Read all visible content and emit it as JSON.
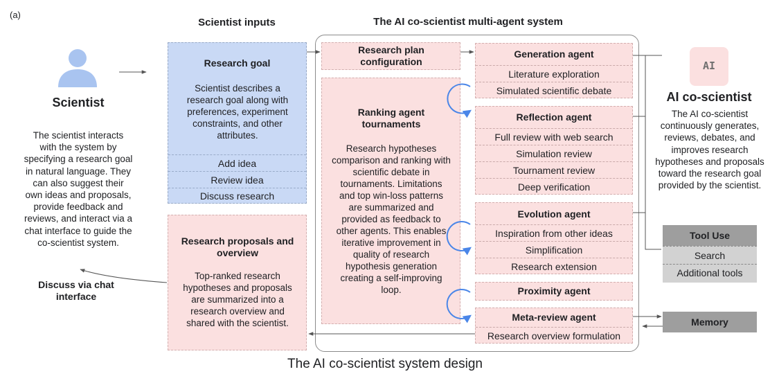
{
  "figure_label": "(a)",
  "caption": "The AI co-scientist system design",
  "headers": {
    "inputs": "Scientist inputs",
    "system": "The AI co-scientist multi-agent system"
  },
  "scientist": {
    "title": "Scientist",
    "description": "The scientist interacts with the system by specifying a research goal in natural language. They can also suggest their own ideas and proposals, provide feedback and reviews, and interact via a chat interface to guide the co-scientist system.",
    "discuss_label": "Discuss via chat interface"
  },
  "research_goal": {
    "title": "Research goal",
    "description": "Scientist describes a research goal along with preferences, experiment constraints, and other attributes.",
    "options": [
      "Add idea",
      "Review idea",
      "Discuss research"
    ]
  },
  "proposals": {
    "title": "Research proposals and overview",
    "description": "Top-ranked research hypotheses and proposals are summarized into a research overview and shared with the scientist."
  },
  "plan_config": {
    "title": "Research plan configuration"
  },
  "ranking": {
    "title": "Ranking agent tournaments",
    "description": "Research hypotheses comparison and ranking with scientific debate in tournaments. Limitations and top win-loss patterns are summarized and provided as feedback to other agents. This enables iterative improvement in quality of research hypothesis generation creating a self-improving loop."
  },
  "agents": {
    "generation": {
      "title": "Generation agent",
      "items": [
        "Literature exploration",
        "Simulated scientific debate"
      ]
    },
    "reflection": {
      "title": "Reflection agent",
      "items": [
        "Full review with web search",
        "Simulation review",
        "Tournament review",
        "Deep verification"
      ]
    },
    "evolution": {
      "title": "Evolution agent",
      "items": [
        "Inspiration from other ideas",
        "Simplification",
        "Research extension"
      ]
    },
    "proximity": {
      "title": "Proximity agent"
    },
    "meta_review": {
      "title": "Meta-review agent",
      "items": [
        "Research overview formulation"
      ]
    }
  },
  "ai": {
    "logo_text": "AI",
    "title": "AI co-scientist",
    "description": "The AI co-scientist continuously generates, reviews, debates, and improves research hypotheses and proposals toward the research goal provided by the scientist."
  },
  "tool_use": {
    "title": "Tool Use",
    "items": [
      "Search",
      "Additional tools"
    ]
  },
  "memory": {
    "title": "Memory"
  },
  "colors": {
    "blue": "#c9d9f5",
    "pink": "#fbe0e0",
    "gray": "#9e9e9e",
    "loop": "#4a86e8"
  }
}
